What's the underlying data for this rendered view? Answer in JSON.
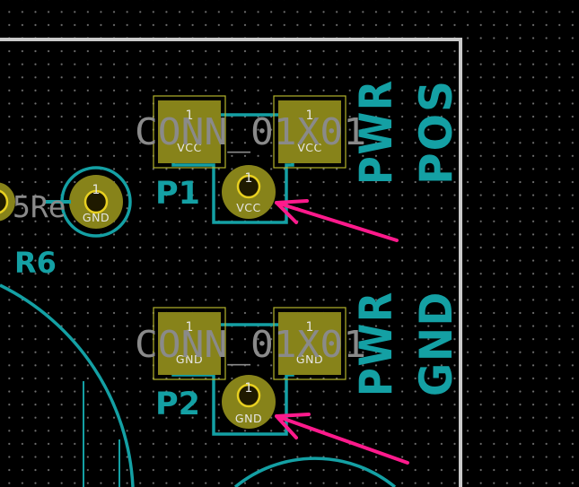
{
  "board": {
    "edge_color": "#c9c9c9",
    "silk_color": "#14a0a4",
    "pad_color": "#87831a",
    "value_text_color": "#8a8a8a",
    "highlight_arrow_color": "#ff1a8c",
    "background_color": "#000000"
  },
  "footprints": {
    "p1": {
      "reference": "P1",
      "value": "CONN_01X01",
      "smd_pads": [
        {
          "number": "1",
          "net": "VCC"
        },
        {
          "number": "1",
          "net": "VCC"
        }
      ],
      "th_pad": {
        "number": "1",
        "net": "VCC"
      },
      "power_label": {
        "line1": "PWR",
        "line2": "POS"
      }
    },
    "p2": {
      "reference": "P2",
      "value": "CONN_01X01",
      "smd_pads": [
        {
          "number": "1",
          "net": "GND"
        },
        {
          "number": "1",
          "net": "GND"
        }
      ],
      "th_pad": {
        "number": "1",
        "net": "GND"
      },
      "power_label": {
        "line1": "PWR",
        "line2": "GND"
      }
    },
    "r6": {
      "reference": "R6",
      "value_fragment": "5Re",
      "pad": {
        "number": "1",
        "net": "GND"
      }
    }
  }
}
